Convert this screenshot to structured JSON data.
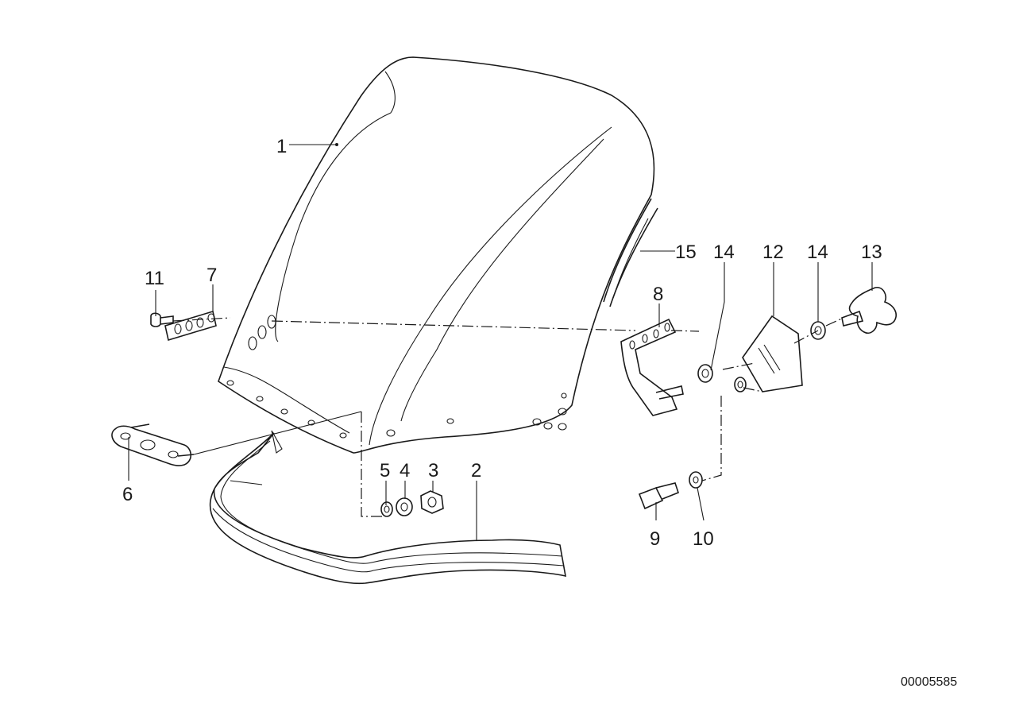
{
  "diagram": {
    "callouts": {
      "c1": "1",
      "c2": "2",
      "c3": "3",
      "c4": "4",
      "c5": "5",
      "c6": "6",
      "c7": "7",
      "c8": "8",
      "c9": "9",
      "c10": "10",
      "c11": "11",
      "c12": "12",
      "c13": "13",
      "c14a": "14",
      "c14b": "14",
      "c15": "15"
    },
    "document_number": "00005585"
  }
}
